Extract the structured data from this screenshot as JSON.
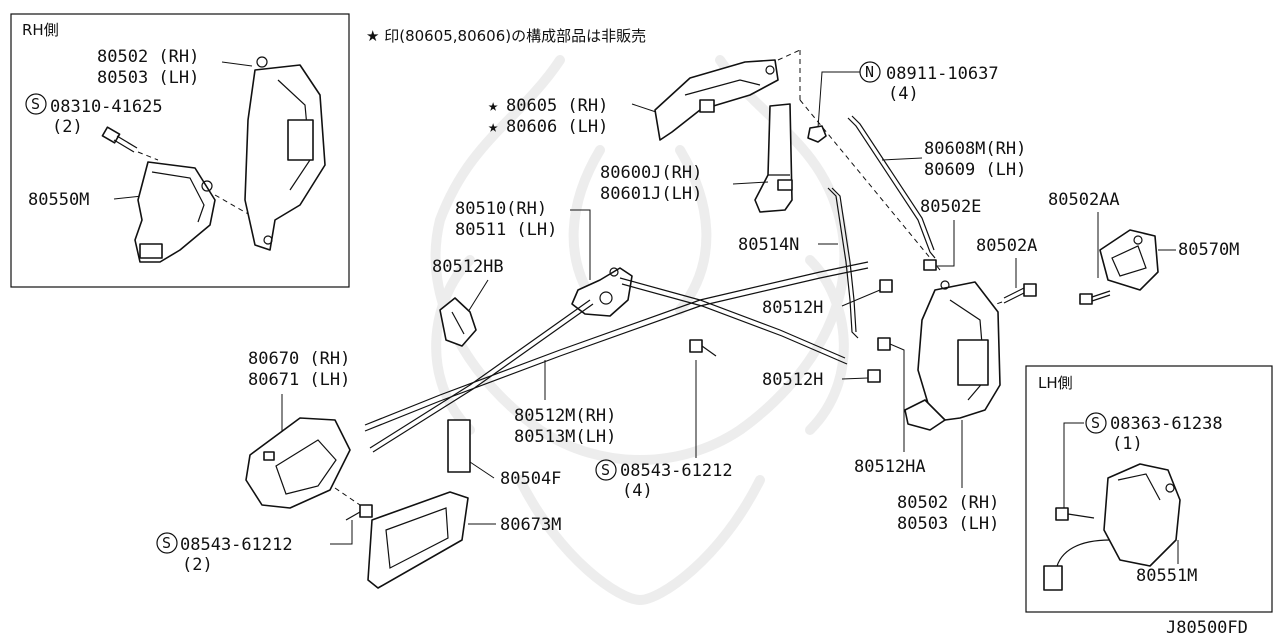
{
  "note": "★ 印(80605,80606)の構成部品は非販売",
  "insets": {
    "rh": {
      "title": "RH側"
    },
    "lh": {
      "title": "LH側"
    }
  },
  "parts": {
    "p80502_rh_a": "80502 (RH)",
    "p80503_lh_a": "80503 (LH)",
    "s08310_code": "08310-41625",
    "s08310_qty": "(2)",
    "p80550m": "80550M",
    "p80605": "80605 (RH)",
    "p80606": "80606 (LH)",
    "n08911_code": "08911-10637",
    "n08911_qty": "(4)",
    "p80608m": "80608M(RH)",
    "p80609": "80609 (LH)",
    "p80600j": "80600J(RH)",
    "p80601j": "80601J(LH)",
    "p80510": "80510(RH)",
    "p80511": "80511 (LH)",
    "p80502e": "80502E",
    "p80502aa": "80502AA",
    "p80514n": "80514N",
    "p80502a": "80502A",
    "p80570m": "80570M",
    "p80512hb": "80512HB",
    "p80512h_1": "80512H",
    "p80670": "80670 (RH)",
    "p80671": "80671 (LH)",
    "p80512h_2": "80512H",
    "p80512m": "80512M(RH)",
    "p80513m": "80513M(LH)",
    "p80512ha": "80512HA",
    "p80504f": "80504F",
    "s08543_mid_code": "08543-61212",
    "s08543_mid_qty": "(4)",
    "p80502_rh_b": "80502 (RH)",
    "p80503_lh_b": "80503 (LH)",
    "p80673m": "80673M",
    "s08543_left_code": "08543-61212",
    "s08543_left_qty": "(2)",
    "s08363_code": "08363-61238",
    "s08363_qty": "(1)",
    "p80551m": "80551M"
  },
  "symbols": {
    "s": "S",
    "n": "N",
    "star": "★"
  },
  "diagram_code": "J80500FD"
}
